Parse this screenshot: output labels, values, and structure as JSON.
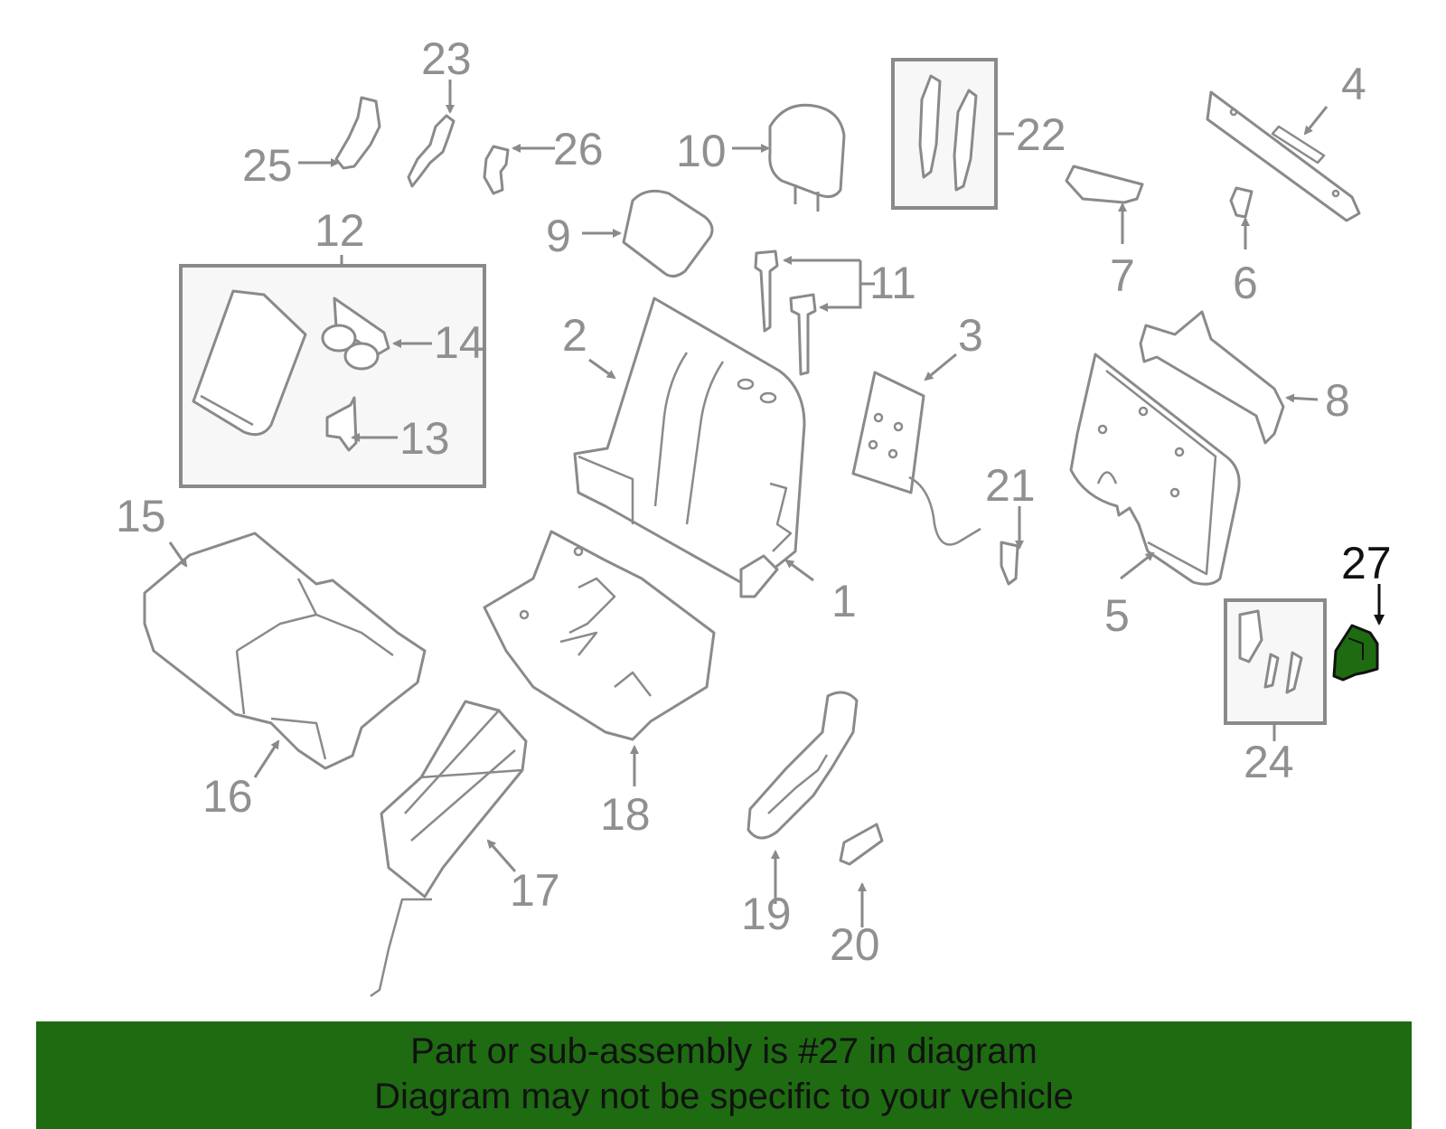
{
  "callouts": {
    "c1": "1",
    "c2": "2",
    "c3": "3",
    "c4": "4",
    "c5": "5",
    "c6": "6",
    "c7": "7",
    "c8": "8",
    "c9": "9",
    "c10": "10",
    "c11": "11",
    "c12": "12",
    "c13": "13",
    "c14": "14",
    "c15": "15",
    "c16": "16",
    "c17": "17",
    "c18": "18",
    "c19": "19",
    "c20": "20",
    "c21": "21",
    "c22": "22",
    "c23": "23",
    "c24": "24",
    "c25": "25",
    "c26": "26",
    "c27": "27"
  },
  "highlight": {
    "part": "27",
    "color": "#1e6b12"
  },
  "colors": {
    "banner": "#1e6b12",
    "line_art": "#8a8a8a",
    "label": "#909090"
  },
  "banner": {
    "line1": "Part or sub-assembly is #27 in diagram",
    "line2": "Diagram may not be specific to your vehicle"
  }
}
